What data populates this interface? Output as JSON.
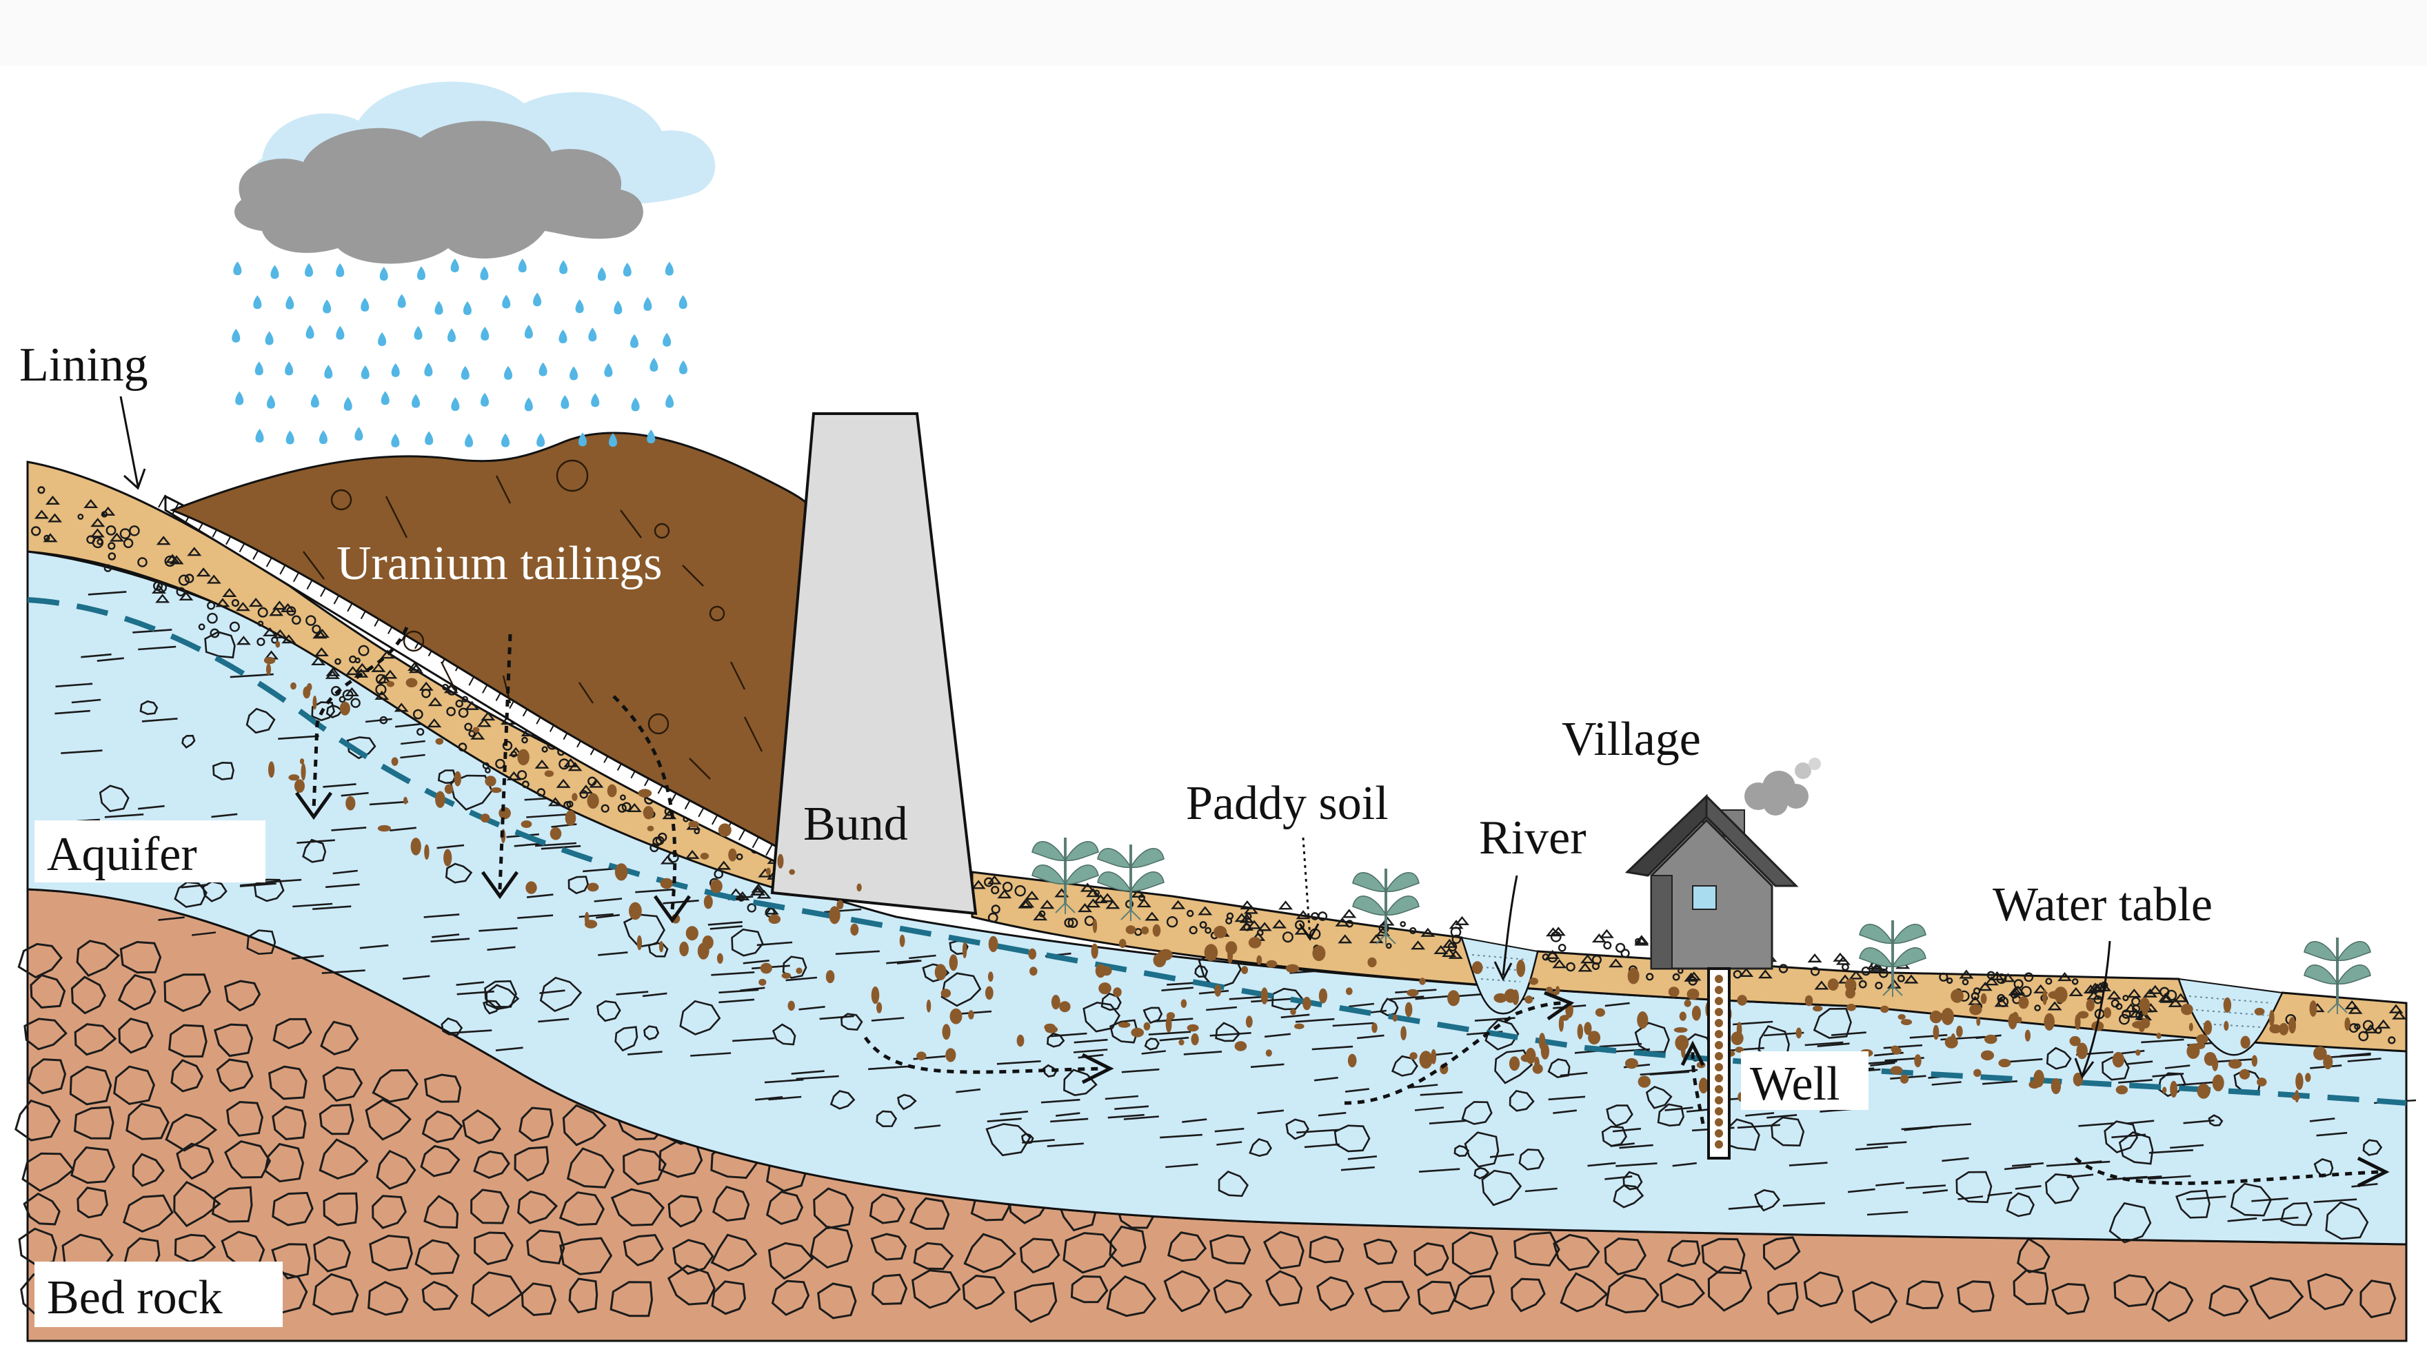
{
  "diagram": {
    "labels": {
      "lining": "Lining",
      "uranium_tailings": "Uranium tailings",
      "aquifer": "Aquifer",
      "bund": "Bund",
      "paddy_soil": "Paddy soil",
      "village": "Village",
      "river": "River",
      "water_table": "Water table",
      "well": "Well",
      "bed_rock": "Bed rock"
    },
    "colors": {
      "sky_cloud_blue": "#cde9f7",
      "cloud_gray": "#9a9a9a",
      "rain_drop": "#53b6e4",
      "tailings_brown": "#8a5a2c",
      "soil_tan": "#e6bd7f",
      "aquifer_blue": "#cdeaf7",
      "bedrock": "#d99f7c",
      "bund_gray": "#dcdcdc",
      "house_gray": "#888888",
      "water_table_line": "#1d6f8a",
      "contaminant_dots": "#8b5a2b",
      "plant_green": "#7aa89b"
    },
    "icons": [
      "rain-cloud-icon",
      "house-icon",
      "plant-icon",
      "smoke-icon",
      "well-icon"
    ]
  }
}
